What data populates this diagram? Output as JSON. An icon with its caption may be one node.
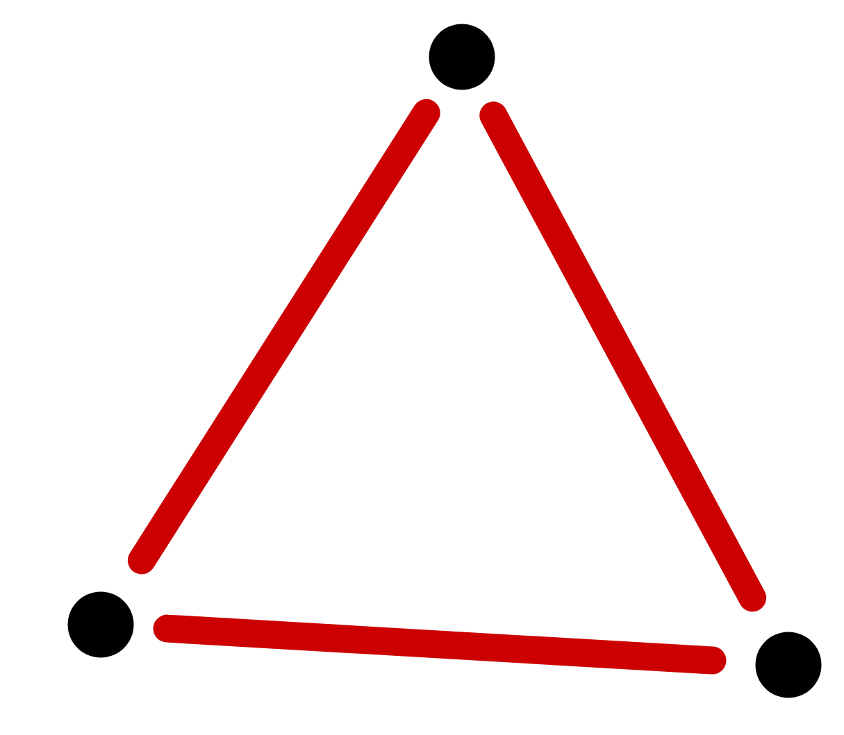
{
  "diagram": {
    "nodes": [
      {
        "text": [],
        "shape": "circle"
      },
      {
        "text": [],
        "shape": "circle"
      },
      {
        "text": [],
        "shape": "circle"
      }
    ],
    "edges": [
      {
        "from": 0,
        "to": 1,
        "arrow": "none"
      },
      {
        "from": 0,
        "to": 2,
        "arrow": "none"
      },
      {
        "from": 1,
        "to": 2,
        "arrow": "none"
      }
    ]
  }
}
